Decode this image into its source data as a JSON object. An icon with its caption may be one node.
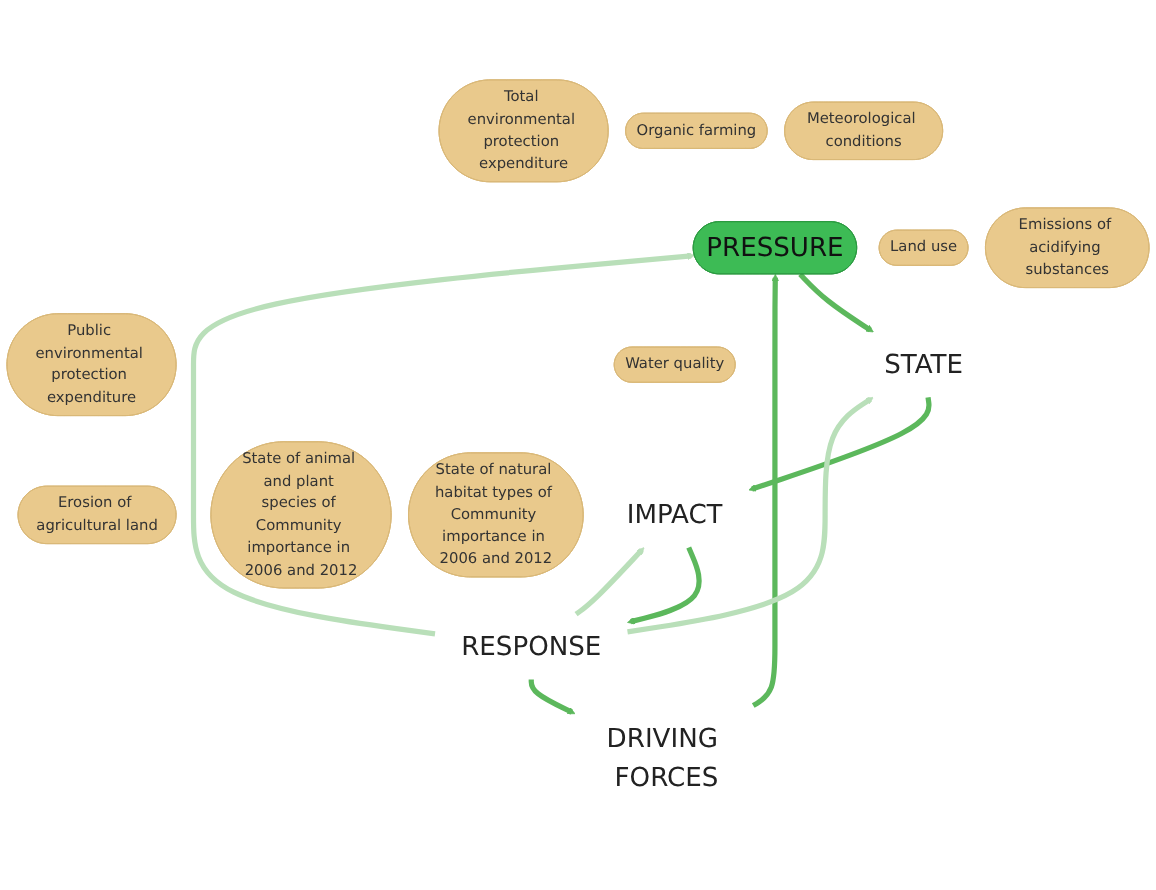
{
  "diagram": {
    "nodes": [
      {
        "text": [
          "Organic farming"
        ]
      },
      {
        "text": [
          "Total environmental protection expenditure"
        ]
      },
      {
        "text": [
          "Meteorological conditions"
        ]
      },
      {
        "text": [
          "Public environmental protection expenditure"
        ]
      },
      {
        "text": [
          "DRIVING FORCES"
        ]
      },
      {
        "text": [
          "RESPONSE"
        ]
      },
      {
        "text": [
          "Erosion of agricultural land"
        ]
      },
      {
        "text": [
          "PRESSURE"
        ]
      },
      {
        "text": [
          "IMPACT"
        ]
      },
      {
        "text": [
          "Land use"
        ]
      },
      {
        "text": [
          "State of animal and plant species of Community importance in 2006 and 2012"
        ]
      },
      {
        "text": [
          "Emissions of acidifying substances"
        ]
      },
      {
        "text": [
          "STATE"
        ]
      },
      {
        "text": [
          "State of natural habitat types of Community importance in 2006 and 2012"
        ]
      },
      {
        "text": [
          "Water quality"
        ]
      }
    ],
    "edges": [
      {
        "from": 5,
        "to": 4,
        "arrow": "to"
      },
      {
        "from": 4,
        "to": 7,
        "arrow": "to"
      },
      {
        "from": 7,
        "to": 12,
        "arrow": "to"
      },
      {
        "from": 12,
        "to": 8,
        "arrow": "to"
      },
      {
        "from": 8,
        "to": 5,
        "arrow": "to"
      },
      {
        "from": 5,
        "to": 7,
        "arrow": "to",
        "color": "#b9dfb9"
      },
      {
        "from": 5,
        "to": 12,
        "arrow": "to",
        "color": "#b9dfb9"
      },
      {
        "from": 5,
        "to": 8,
        "arrow": "to",
        "color": "#b9dfb9"
      }
    ]
  }
}
